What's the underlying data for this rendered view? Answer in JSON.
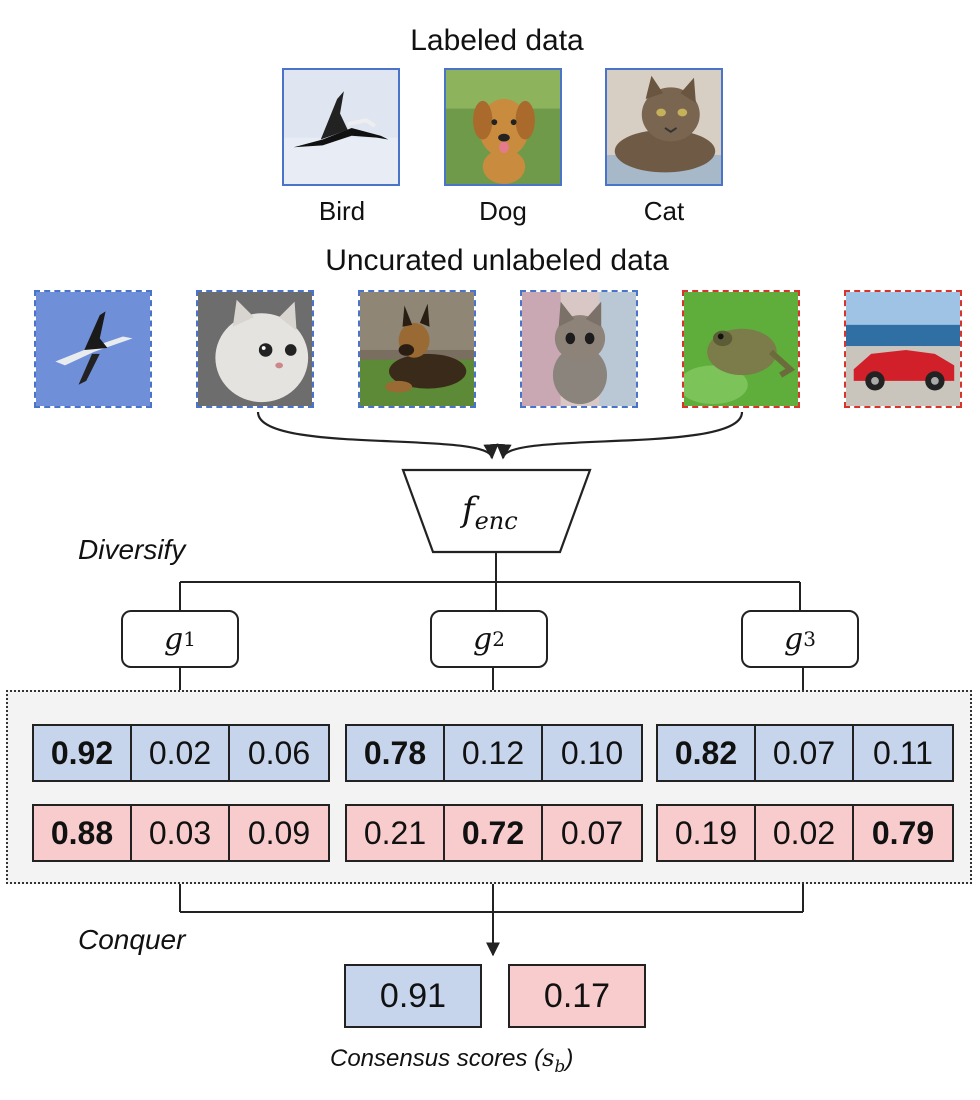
{
  "labeled": {
    "heading": "Labeled data",
    "items": [
      {
        "label": "Bird",
        "image": "bird-photo"
      },
      {
        "label": "Dog",
        "image": "dog-photo"
      },
      {
        "label": "Cat",
        "image": "cat-photo"
      }
    ]
  },
  "unlabeled": {
    "heading": "Uncurated unlabeled data",
    "items": [
      {
        "image": "bird-photo",
        "border": "in-distribution"
      },
      {
        "image": "cat-photo",
        "border": "in-distribution"
      },
      {
        "image": "dog-photo",
        "border": "in-distribution"
      },
      {
        "image": "cat-photo",
        "border": "in-distribution"
      },
      {
        "image": "frog-photo",
        "border": "out-of-distribution"
      },
      {
        "image": "car-photo",
        "border": "out-of-distribution"
      }
    ]
  },
  "encoder": {
    "symbol": "f",
    "subscript": "enc"
  },
  "stages": {
    "diversify": "Diversify",
    "conquer": "Conquer"
  },
  "heads": [
    {
      "symbol": "g",
      "subscript": "1"
    },
    {
      "symbol": "g",
      "subscript": "2"
    },
    {
      "symbol": "g",
      "subscript": "3"
    }
  ],
  "predictions": [
    {
      "blue": [
        "0.92",
        "0.02",
        "0.06"
      ],
      "red": [
        "0.88",
        "0.03",
        "0.09"
      ]
    },
    {
      "blue": [
        "0.78",
        "0.12",
        "0.10"
      ],
      "red": [
        "0.21",
        "0.72",
        "0.07"
      ]
    },
    {
      "blue": [
        "0.82",
        "0.07",
        "0.11"
      ],
      "red": [
        "0.19",
        "0.02",
        "0.79"
      ]
    }
  ],
  "scores": {
    "blue": "0.91",
    "red": "0.17"
  },
  "caption": {
    "text": "Consensus scores (",
    "symbol": "s",
    "subscript": "b",
    "close": ")"
  },
  "colors": {
    "in_distribution": "#4a74c9",
    "out_of_distribution": "#d9342b",
    "blue_fill": "#c6d4ec",
    "red_fill": "#f8cccc"
  }
}
